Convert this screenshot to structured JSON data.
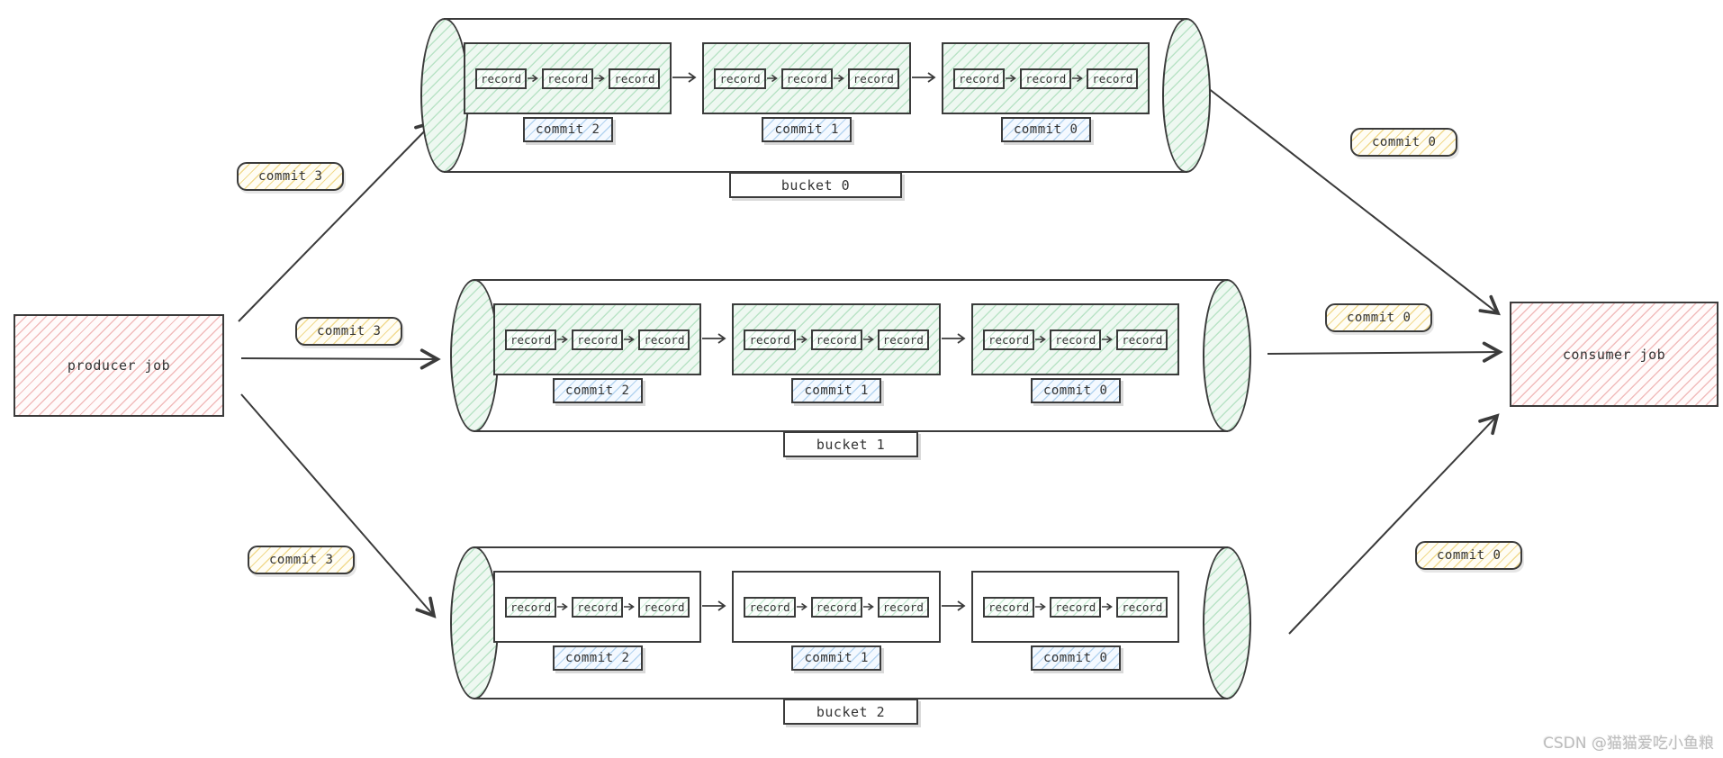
{
  "diagram": {
    "producer": {
      "label": "producer job"
    },
    "consumer": {
      "label": "consumer job"
    },
    "producer_edges": [
      {
        "label": "commit 3"
      },
      {
        "label": "commit 3"
      },
      {
        "label": "commit 3"
      }
    ],
    "consumer_edges": [
      {
        "label": "commit 0"
      },
      {
        "label": "commit 0"
      },
      {
        "label": "commit 0"
      }
    ],
    "buckets": [
      {
        "label": "bucket 0",
        "groups": [
          {
            "commit": "commit 2",
            "records": [
              "record",
              "record",
              "record"
            ]
          },
          {
            "commit": "commit 1",
            "records": [
              "record",
              "record",
              "record"
            ]
          },
          {
            "commit": "commit 0",
            "records": [
              "record",
              "record",
              "record"
            ]
          }
        ]
      },
      {
        "label": "bucket 1",
        "groups": [
          {
            "commit": "commit 2",
            "records": [
              "record",
              "record",
              "record"
            ]
          },
          {
            "commit": "commit 1",
            "records": [
              "record",
              "record",
              "record"
            ]
          },
          {
            "commit": "commit 0",
            "records": [
              "record",
              "record",
              "record"
            ]
          }
        ]
      },
      {
        "label": "bucket 2",
        "groups": [
          {
            "commit": "commit 2",
            "records": [
              "record",
              "record",
              "record"
            ]
          },
          {
            "commit": "commit 1",
            "records": [
              "record",
              "record",
              "record"
            ]
          },
          {
            "commit": "commit 0",
            "records": [
              "record",
              "record",
              "record"
            ]
          }
        ]
      }
    ],
    "colors": {
      "stroke": "#3b3b3b",
      "producer_consumer_hatch": "#f1bcbc",
      "bucket_cap_hatch": "#b9e3c6",
      "group_hatch": "#b9e3c6",
      "record_hatch": "#c9ecd4",
      "commit_tag_hatch": "#b4d4f0",
      "edge_tag_hatch": "#f1da8f"
    },
    "watermark": "CSDN @猫猫爱吃小鱼粮"
  }
}
